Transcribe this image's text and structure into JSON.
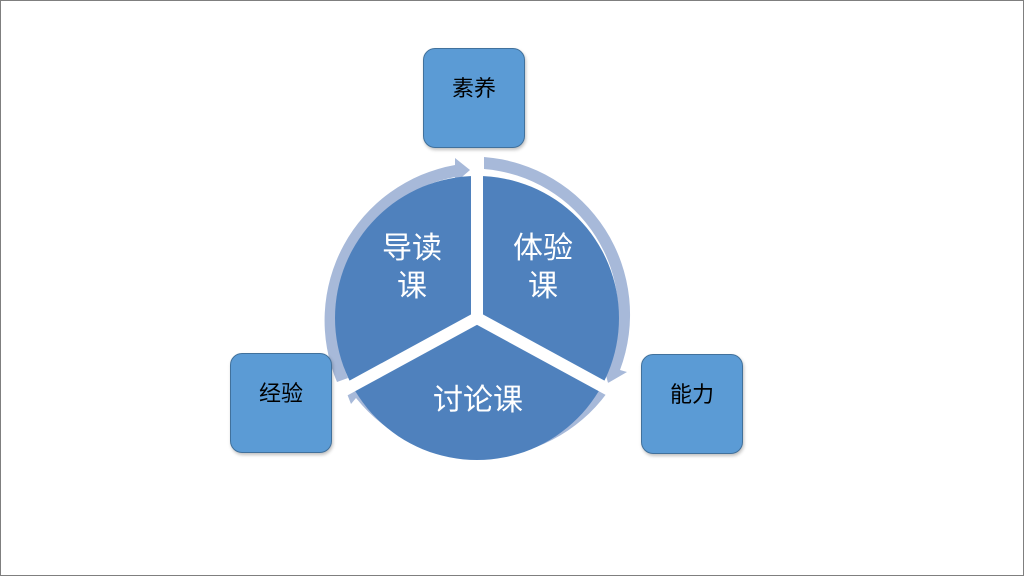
{
  "segments": {
    "top_left": {
      "line1": "导读",
      "line2": "课"
    },
    "top_right": {
      "line1": "体验",
      "line2": "课"
    },
    "bottom": {
      "line1": "讨论课"
    }
  },
  "outcomes": {
    "top": "素养",
    "left": "经验",
    "right": "能力"
  },
  "colors": {
    "segment_fill": "#4f81bd",
    "ring_fill": "#a7b9d9",
    "box_fill": "#5b9bd5",
    "box_border": "#41719c",
    "separator": "#ffffff"
  }
}
